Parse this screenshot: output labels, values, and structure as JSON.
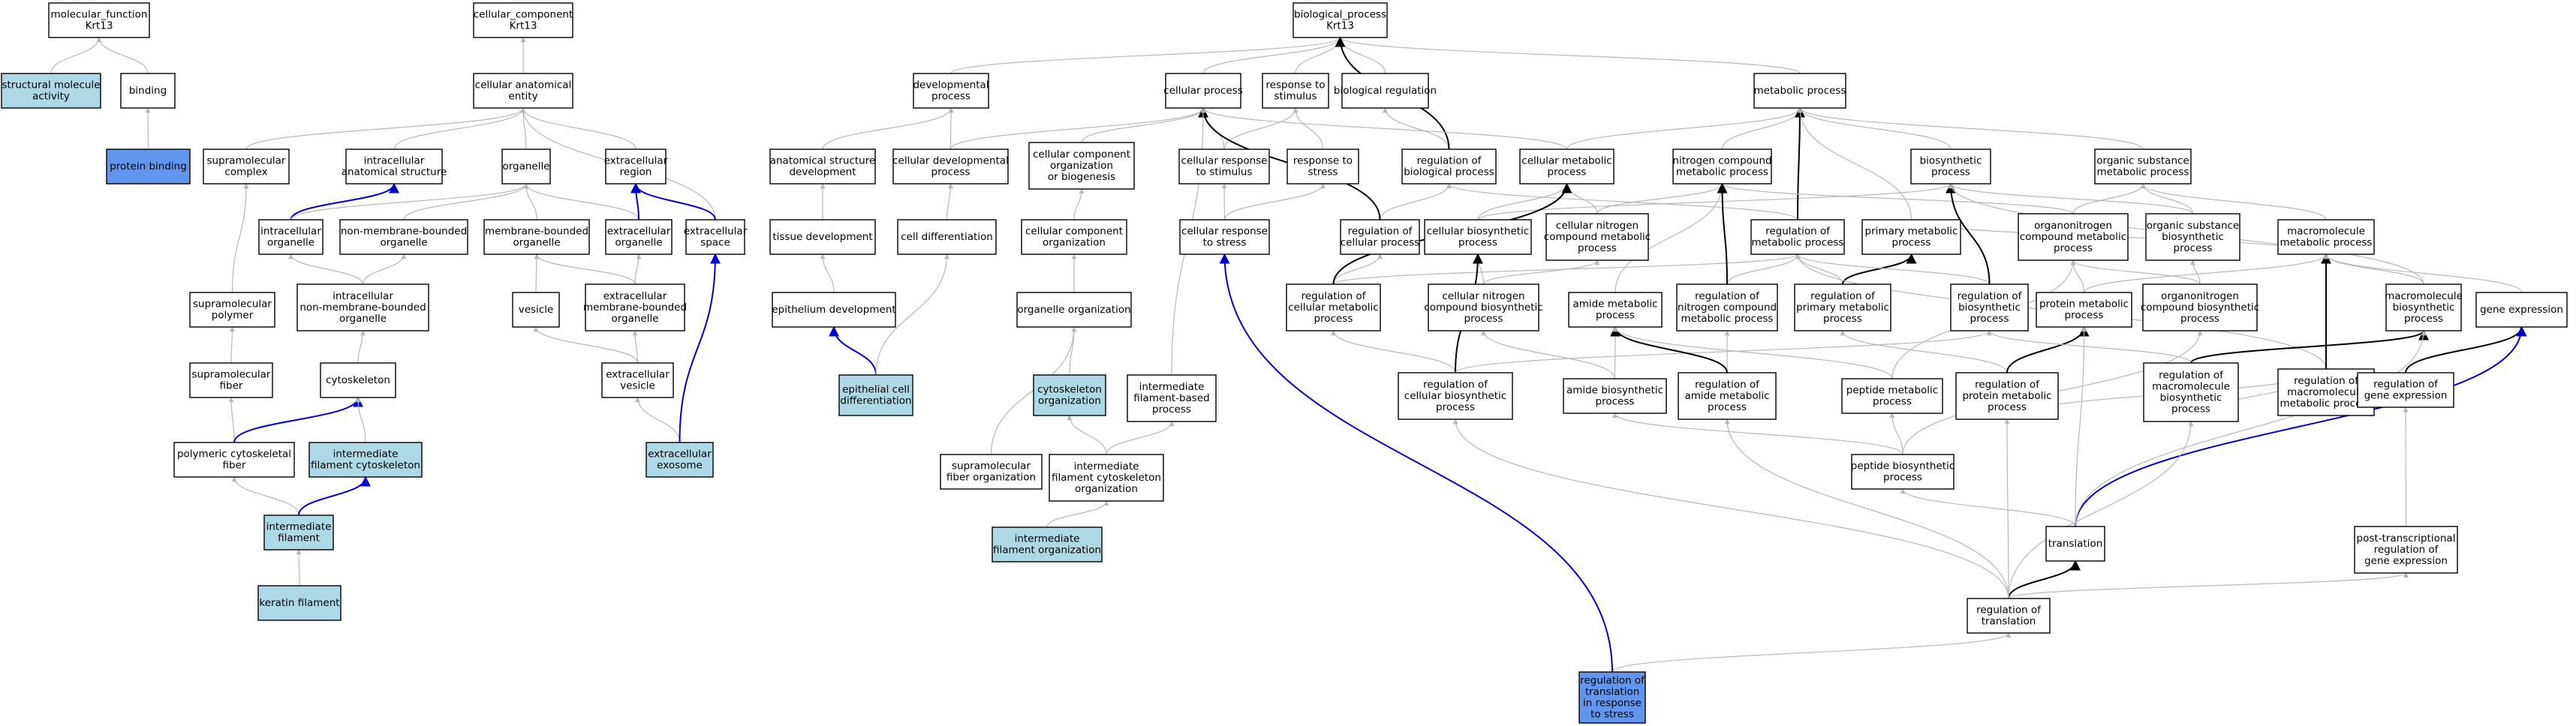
{
  "colors": {
    "plain": "#ffffff",
    "annotated": "#add8e6",
    "query": "#6495ed",
    "edge_is_a": "#b8b8b8",
    "edge_regulates": "#000000",
    "edge_part_of": "#0000cd"
  },
  "nodes": [
    {
      "id": "mf",
      "label": [
        "molecular_function",
        "Krt13"
      ],
      "style": "plain"
    },
    {
      "id": "sma",
      "label": [
        "structural molecule",
        "activity"
      ],
      "style": "annotated"
    },
    {
      "id": "binding",
      "label": [
        "binding"
      ],
      "style": "plain"
    },
    {
      "id": "pb",
      "label": [
        "protein binding"
      ],
      "style": "query"
    },
    {
      "id": "cc",
      "label": [
        "cellular_component",
        "Krt13"
      ],
      "style": "plain"
    },
    {
      "id": "cae",
      "label": [
        "cellular anatomical",
        "entity"
      ],
      "style": "plain"
    },
    {
      "id": "smc",
      "label": [
        "supramolecular",
        "complex"
      ],
      "style": "plain"
    },
    {
      "id": "ias",
      "label": [
        "intracellular",
        "anatomical structure"
      ],
      "style": "plain"
    },
    {
      "id": "org",
      "label": [
        "organelle"
      ],
      "style": "plain"
    },
    {
      "id": "exr",
      "label": [
        "extracellular",
        "region"
      ],
      "style": "plain"
    },
    {
      "id": "io",
      "label": [
        "intracellular",
        "organelle"
      ],
      "style": "plain"
    },
    {
      "id": "nmbo",
      "label": [
        "non-membrane-bounded",
        "organelle"
      ],
      "style": "plain"
    },
    {
      "id": "mbo",
      "label": [
        "membrane-bounded",
        "organelle"
      ],
      "style": "plain"
    },
    {
      "id": "exo",
      "label": [
        "extracellular",
        "organelle"
      ],
      "style": "plain"
    },
    {
      "id": "exs",
      "label": [
        "extracellular",
        "space"
      ],
      "style": "plain"
    },
    {
      "id": "smp",
      "label": [
        "supramolecular",
        "polymer"
      ],
      "style": "plain"
    },
    {
      "id": "inmbo",
      "label": [
        "intracellular",
        "non-membrane-bounded",
        "organelle"
      ],
      "style": "plain"
    },
    {
      "id": "ves",
      "label": [
        "vesicle"
      ],
      "style": "plain"
    },
    {
      "id": "embo",
      "label": [
        "extracellular",
        "membrane-bounded",
        "organelle"
      ],
      "style": "plain"
    },
    {
      "id": "smf",
      "label": [
        "supramolecular",
        "fiber"
      ],
      "style": "plain"
    },
    {
      "id": "cytoskel",
      "label": [
        "cytoskeleton"
      ],
      "style": "plain"
    },
    {
      "id": "exv",
      "label": [
        "extracellular",
        "vesicle"
      ],
      "style": "plain"
    },
    {
      "id": "pcf",
      "label": [
        "polymeric cytoskeletal",
        "fiber"
      ],
      "style": "plain"
    },
    {
      "id": "ifc",
      "label": [
        "intermediate",
        "filament cytoskeleton"
      ],
      "style": "annotated"
    },
    {
      "id": "exosome",
      "label": [
        "extracellular",
        "exosome"
      ],
      "style": "annotated"
    },
    {
      "id": "if",
      "label": [
        "intermediate",
        "filament"
      ],
      "style": "annotated"
    },
    {
      "id": "kf",
      "label": [
        "keratin filament"
      ],
      "style": "annotated"
    },
    {
      "id": "bp",
      "label": [
        "biological_process",
        "Krt13"
      ],
      "style": "plain"
    },
    {
      "id": "devp",
      "label": [
        "developmental",
        "process"
      ],
      "style": "plain"
    },
    {
      "id": "cellp",
      "label": [
        "cellular process"
      ],
      "style": "plain"
    },
    {
      "id": "rts",
      "label": [
        "response to",
        "stimulus"
      ],
      "style": "plain"
    },
    {
      "id": "breg",
      "label": [
        "biological regulation"
      ],
      "style": "plain"
    },
    {
      "id": "metp",
      "label": [
        "metabolic process"
      ],
      "style": "plain"
    },
    {
      "id": "asd",
      "label": [
        "anatomical structure",
        "development"
      ],
      "style": "plain"
    },
    {
      "id": "cdp",
      "label": [
        "cellular developmental",
        "process"
      ],
      "style": "plain"
    },
    {
      "id": "ccob",
      "label": [
        "cellular component",
        "organization",
        "or biogenesis"
      ],
      "style": "plain"
    },
    {
      "id": "crs",
      "label": [
        "cellular response",
        "to stimulus"
      ],
      "style": "plain"
    },
    {
      "id": "rtstress",
      "label": [
        "response to",
        "stress"
      ],
      "style": "plain"
    },
    {
      "id": "rbp",
      "label": [
        "regulation of",
        "biological process"
      ],
      "style": "plain"
    },
    {
      "id": "cmp",
      "label": [
        "cellular metabolic",
        "process"
      ],
      "style": "plain"
    },
    {
      "id": "ncmp",
      "label": [
        "nitrogen compound",
        "metabolic process"
      ],
      "style": "plain"
    },
    {
      "id": "biosyn",
      "label": [
        "biosynthetic",
        "process"
      ],
      "style": "plain"
    },
    {
      "id": "osmp",
      "label": [
        "organic substance",
        "metabolic process"
      ],
      "style": "plain"
    },
    {
      "id": "tdev",
      "label": [
        "tissue development"
      ],
      "style": "plain"
    },
    {
      "id": "celldiff",
      "label": [
        "cell differentiation"
      ],
      "style": "plain"
    },
    {
      "id": "cco",
      "label": [
        "cellular component",
        "organization"
      ],
      "style": "plain"
    },
    {
      "id": "crstress",
      "label": [
        "cellular response",
        "to stress"
      ],
      "style": "plain"
    },
    {
      "id": "rcp",
      "label": [
        "regulation of",
        "cellular process"
      ],
      "style": "plain"
    },
    {
      "id": "cbp",
      "label": [
        "cellular biosynthetic",
        "process"
      ],
      "style": "plain"
    },
    {
      "id": "cncmp",
      "label": [
        "cellular nitrogen",
        "compound metabolic",
        "process"
      ],
      "style": "plain"
    },
    {
      "id": "rmp",
      "label": [
        "regulation of",
        "metabolic process"
      ],
      "style": "plain"
    },
    {
      "id": "pmp",
      "label": [
        "primary metabolic",
        "process"
      ],
      "style": "plain"
    },
    {
      "id": "oncmp",
      "label": [
        "organonitrogen",
        "compound metabolic",
        "process"
      ],
      "style": "plain"
    },
    {
      "id": "osbp",
      "label": [
        "organic substance",
        "biosynthetic",
        "process"
      ],
      "style": "plain"
    },
    {
      "id": "mmp",
      "label": [
        "macromolecule",
        "metabolic process"
      ],
      "style": "plain"
    },
    {
      "id": "epdev",
      "label": [
        "epithelium development"
      ],
      "style": "plain"
    },
    {
      "id": "orgorg",
      "label": [
        "organelle organization"
      ],
      "style": "plain"
    },
    {
      "id": "rcmp",
      "label": [
        "regulation of",
        "cellular metabolic",
        "process"
      ],
      "style": "plain"
    },
    {
      "id": "cncbp",
      "label": [
        "cellular nitrogen",
        "compound biosynthetic",
        "process"
      ],
      "style": "plain"
    },
    {
      "id": "amp",
      "label": [
        "amide metabolic",
        "process"
      ],
      "style": "plain"
    },
    {
      "id": "rncmp",
      "label": [
        "regulation of",
        "nitrogen compound",
        "metabolic process"
      ],
      "style": "plain"
    },
    {
      "id": "rpmp",
      "label": [
        "regulation of",
        "primary metabolic",
        "process"
      ],
      "style": "plain"
    },
    {
      "id": "rbiosyn",
      "label": [
        "regulation of",
        "biosynthetic",
        "process"
      ],
      "style": "plain"
    },
    {
      "id": "protmp",
      "label": [
        "protein metabolic",
        "process"
      ],
      "style": "plain"
    },
    {
      "id": "oncbp",
      "label": [
        "organonitrogen",
        "compound biosynthetic",
        "process"
      ],
      "style": "plain"
    },
    {
      "id": "rmmp",
      "label": [
        "regulation of",
        "macromolecule",
        "metabolic process"
      ],
      "style": "plain"
    },
    {
      "id": "mbp",
      "label": [
        "macromolecule",
        "biosynthetic",
        "process"
      ],
      "style": "plain"
    },
    {
      "id": "ge",
      "label": [
        "gene expression"
      ],
      "style": "plain"
    },
    {
      "id": "ecd",
      "label": [
        "epithelial cell",
        "differentiation"
      ],
      "style": "annotated"
    },
    {
      "id": "cytoorg",
      "label": [
        "cytoskeleton",
        "organization"
      ],
      "style": "annotated"
    },
    {
      "id": "ifbp",
      "label": [
        "intermediate",
        "filament-based",
        "process"
      ],
      "style": "plain"
    },
    {
      "id": "rcbp",
      "label": [
        "regulation of",
        "cellular biosynthetic",
        "process"
      ],
      "style": "plain"
    },
    {
      "id": "abp",
      "label": [
        "amide biosynthetic",
        "process"
      ],
      "style": "plain"
    },
    {
      "id": "ramp",
      "label": [
        "regulation of",
        "amide metabolic",
        "process"
      ],
      "style": "plain"
    },
    {
      "id": "pepmp",
      "label": [
        "peptide metabolic",
        "process"
      ],
      "style": "plain"
    },
    {
      "id": "rprotmp",
      "label": [
        "regulation of",
        "protein metabolic",
        "process"
      ],
      "style": "plain"
    },
    {
      "id": "rmbp",
      "label": [
        "regulation of",
        "macromolecule",
        "biosynthetic",
        "process"
      ],
      "style": "plain"
    },
    {
      "id": "rge",
      "label": [
        "regulation of",
        "gene expression"
      ],
      "style": "plain"
    },
    {
      "id": "smfo",
      "label": [
        "supramolecular",
        "fiber organization"
      ],
      "style": "plain"
    },
    {
      "id": "ifco",
      "label": [
        "intermediate",
        "filament cytoskeleton",
        "organization"
      ],
      "style": "plain"
    },
    {
      "id": "pepbp",
      "label": [
        "peptide biosynthetic",
        "process"
      ],
      "style": "plain"
    },
    {
      "id": "ifo",
      "label": [
        "intermediate",
        "filament organization"
      ],
      "style": "annotated"
    },
    {
      "id": "transl",
      "label": [
        "translation"
      ],
      "style": "plain"
    },
    {
      "id": "ptrge",
      "label": [
        "post-transcriptional",
        "regulation of",
        "gene expression"
      ],
      "style": "plain"
    },
    {
      "id": "rtransl",
      "label": [
        "regulation of",
        "translation"
      ],
      "style": "plain"
    },
    {
      "id": "rtirs",
      "label": [
        "regulation of",
        "translation",
        "in response",
        "to stress"
      ],
      "style": "query"
    }
  ]
}
